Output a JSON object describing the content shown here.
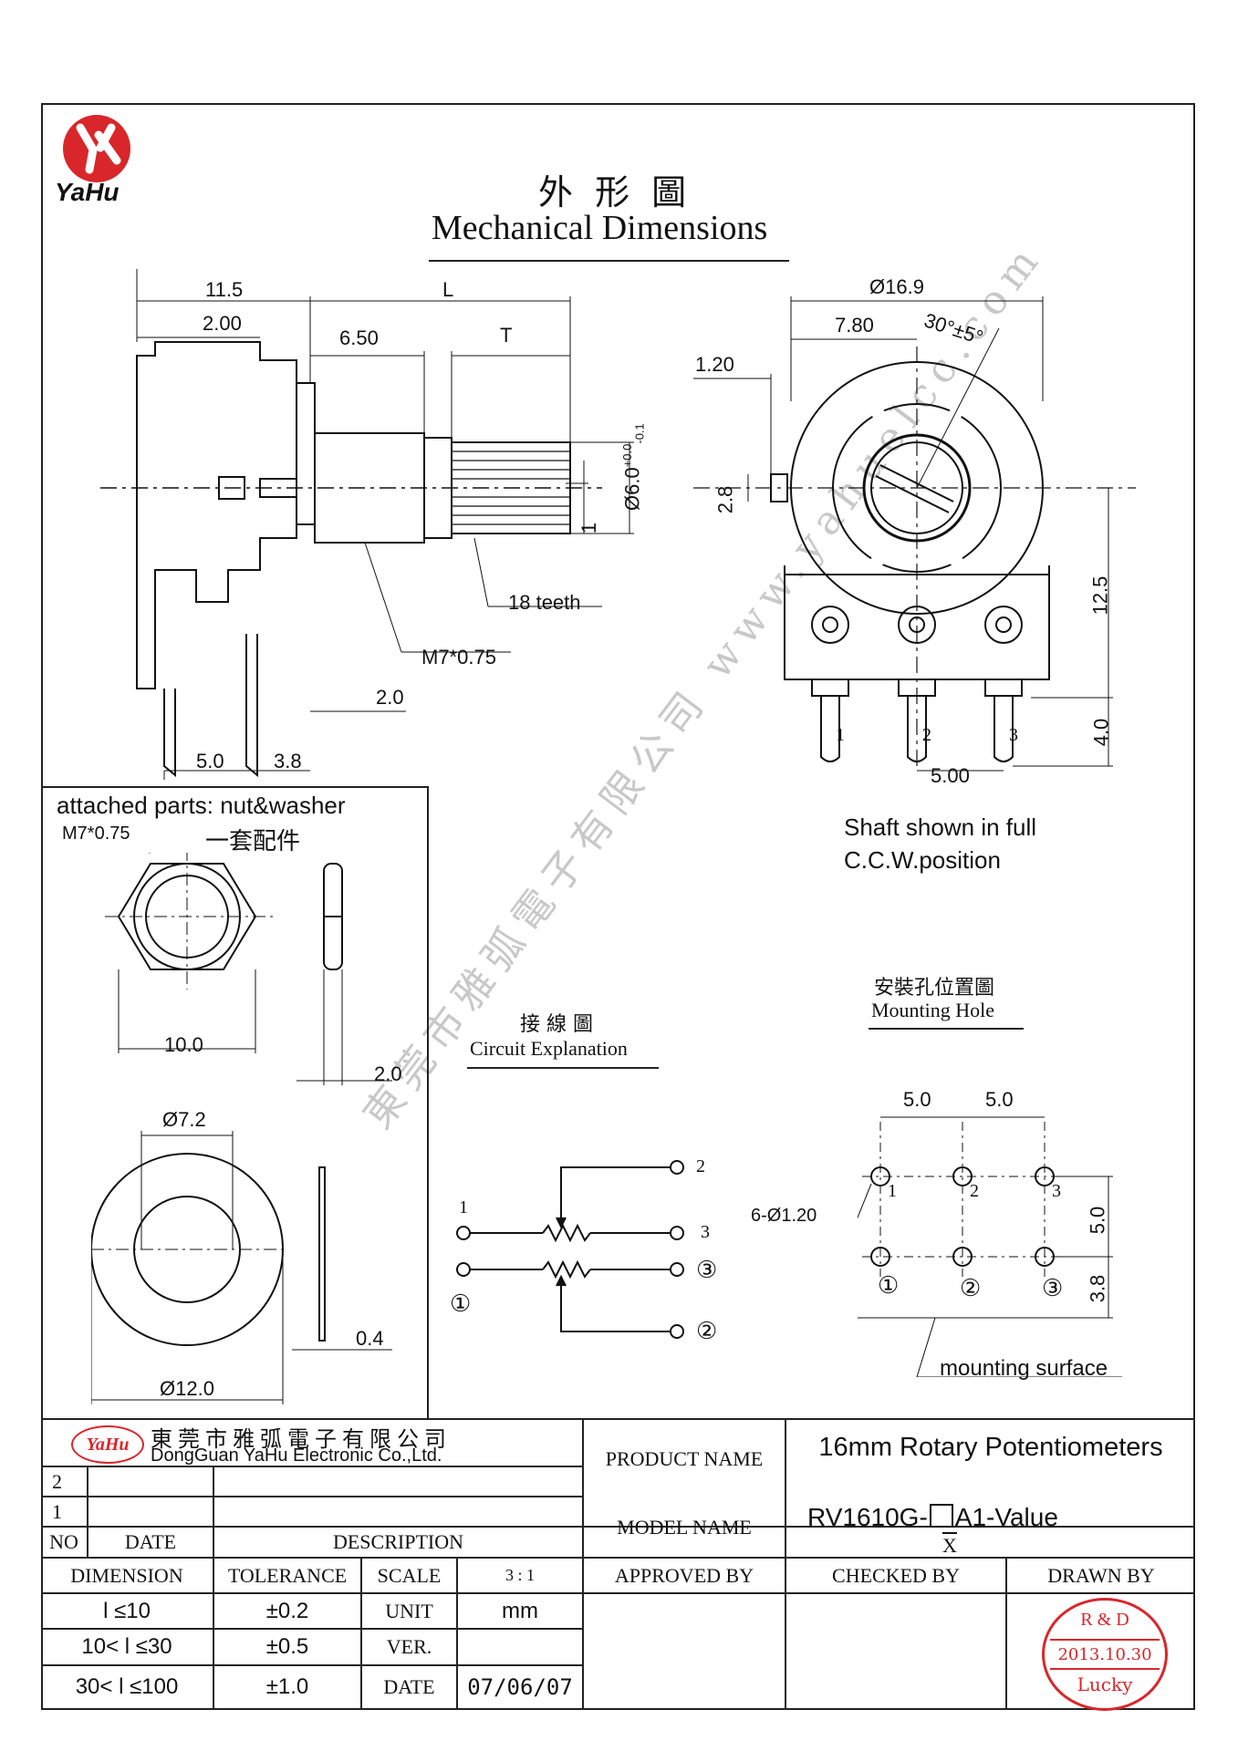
{
  "logo": {
    "text": "YaHu"
  },
  "title": {
    "zh": "外 形 圖",
    "en": "Mechanical Dimensions"
  },
  "side_view": {
    "dims": [
      "11.5",
      "2.00",
      "L",
      "6.50",
      "T",
      "18 teeth",
      "M7*0.75",
      "2.0",
      "5.0",
      "3.8",
      "1"
    ],
    "shaft_dia": "Ø6.0",
    "shaft_tol_upper": "+0.0",
    "shaft_tol_lower": "-0.1"
  },
  "front_view": {
    "dims": [
      "Ø16.9",
      "7.80",
      "30°±5°",
      "1.20",
      "2.8",
      "12.5",
      "4.0",
      "5.00"
    ],
    "pins": [
      "1",
      "2",
      "3"
    ],
    "caption_1": "Shaft shown in full",
    "caption_2": "C.C.W.position"
  },
  "attached_parts": {
    "title": "attached parts: nut&washer",
    "thread": "M7*0.75",
    "zh": "一套配件",
    "dims": [
      "10.0",
      "2.0",
      "Ø7.2",
      "0.4",
      "Ø12.0"
    ]
  },
  "circuit": {
    "zh": "接 線 圖",
    "en": "Circuit Explanation",
    "labels": [
      "1",
      "2",
      "3",
      "①",
      "②",
      "③"
    ]
  },
  "mounting": {
    "zh": "安裝孔位置圖",
    "en": "Mounting Hole",
    "dims": [
      "5.0",
      "5.0",
      "6-Ø1.20",
      "5.0",
      "3.8"
    ],
    "pins": [
      "1",
      "2",
      "3",
      "①",
      "②",
      "③"
    ],
    "surface": "mounting surface"
  },
  "watermark": "東莞市雅弧電子有限公司  www.yahuelcc.com",
  "title_block": {
    "company_zh": "東莞市雅弧電子有限公司",
    "company_en": "DongGuan YaHu Electronic Co.,Ltd.",
    "rev_rows": [
      "2",
      "1"
    ],
    "no": "NO",
    "date": "DATE",
    "description": "DESCRIPTION",
    "product_name_label": "PRODUCT NAME",
    "product_name": "16mm Rotary Potentiometers",
    "model_name_label": "MODEL  NAME",
    "model_name_pre": "RV1610G-",
    "model_name_post": "A1-Value",
    "model_x": "X",
    "dimension": "DIMENSION",
    "tolerance": "TOLERANCE",
    "scale_label": "SCALE",
    "scale": "3 : 1",
    "approved_by": "APPROVED  BY",
    "checked_by": "CHECKED  BY",
    "drawn_by": "DRAWN  BY",
    "tol_rows": [
      {
        "range": "l ≤10",
        "tol": "±0.2",
        "label": "UNIT",
        "value": "mm"
      },
      {
        "range": "10< l ≤30",
        "tol": "±0.5",
        "label": "VER.",
        "value": ""
      },
      {
        "range": "30< l ≤100",
        "tol": "±1.0",
        "label": "DATE",
        "value": "07/06/07"
      }
    ],
    "stamp": {
      "top": "R & D",
      "date": "2013.10.30",
      "name": "Lucky",
      "color": "#d9262b"
    }
  },
  "colors": {
    "logo_red": "#d9262b",
    "ink": "#111111",
    "stamp": "#d9262b"
  }
}
